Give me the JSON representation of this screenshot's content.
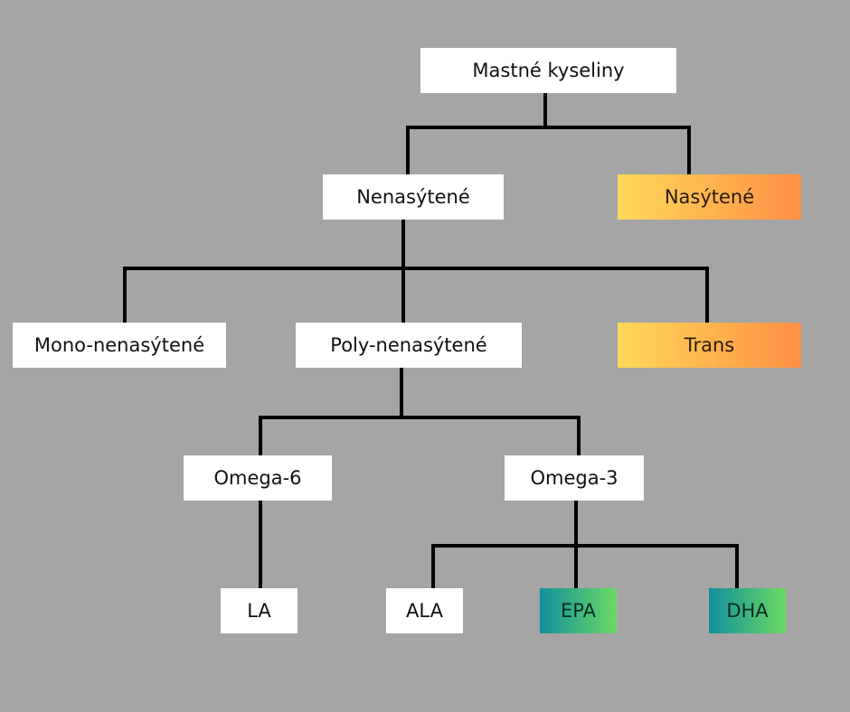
{
  "diagram": {
    "title": "Mastné kyseliny",
    "nodes": {
      "root": {
        "label": "Mastné kyseliny",
        "style": "white"
      },
      "unsaturated": {
        "label": "Nenasýtené",
        "style": "white"
      },
      "saturated": {
        "label": "Nasýtené",
        "style": "orange"
      },
      "mono": {
        "label": "Mono-nenasýtené",
        "style": "white"
      },
      "poly": {
        "label": "Poly-nenasýtené",
        "style": "white"
      },
      "trans": {
        "label": "Trans",
        "style": "orange"
      },
      "omega6": {
        "label": "Omega-6",
        "style": "white"
      },
      "omega3": {
        "label": "Omega-3",
        "style": "white"
      },
      "la": {
        "label": "LA",
        "style": "white"
      },
      "ala": {
        "label": "ALA",
        "style": "white"
      },
      "epa": {
        "label": "EPA",
        "style": "teal"
      },
      "dha": {
        "label": "DHA",
        "style": "teal"
      }
    },
    "edges": [
      [
        "root",
        "unsaturated"
      ],
      [
        "root",
        "saturated"
      ],
      [
        "unsaturated",
        "mono"
      ],
      [
        "unsaturated",
        "poly"
      ],
      [
        "unsaturated",
        "trans"
      ],
      [
        "poly",
        "omega6"
      ],
      [
        "poly",
        "omega3"
      ],
      [
        "omega6",
        "la"
      ],
      [
        "omega3",
        "ala"
      ],
      [
        "omega3",
        "epa"
      ],
      [
        "omega3",
        "dha"
      ]
    ],
    "colors": {
      "background": "#a5a5a5",
      "line": "#000000",
      "orange_start": "#ffd95a",
      "orange_end": "#ff8f45",
      "teal_start": "#12909c",
      "teal_end": "#6ada63"
    }
  }
}
